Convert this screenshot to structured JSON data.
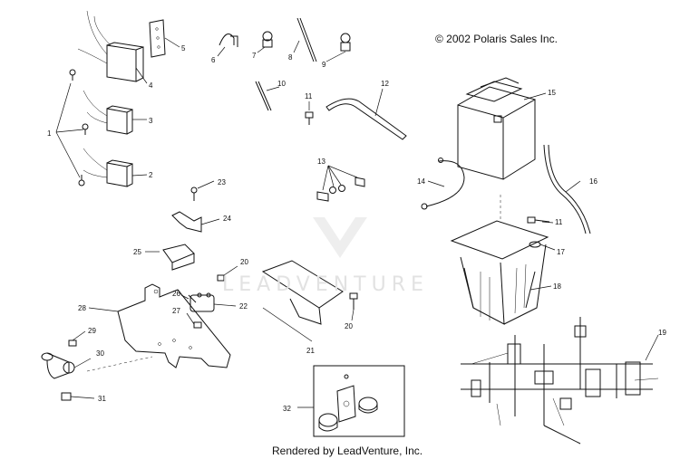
{
  "copyright": "© 2002 Polaris Sales Inc.",
  "footer": "Rendered by LeadVenture, Inc.",
  "watermark": "LEADVENTURE",
  "callouts": [
    "1",
    "2",
    "3",
    "4",
    "5",
    "6",
    "7",
    "8",
    "9",
    "10",
    "11",
    "11",
    "12",
    "13",
    "14",
    "15",
    "16",
    "17",
    "18",
    "19",
    "20",
    "20",
    "21",
    "22",
    "23",
    "24",
    "25",
    "26",
    "27",
    "28",
    "29",
    "30",
    "31",
    "32"
  ]
}
